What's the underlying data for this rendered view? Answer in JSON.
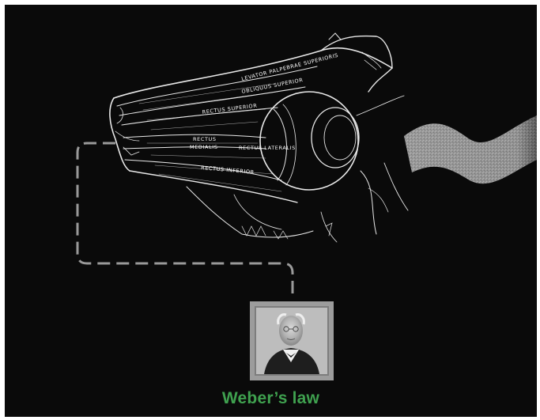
{
  "caption": {
    "text": "Weber’s law",
    "color": "#3fa14f"
  },
  "anatomy_labels": {
    "levator": "LEVATOR PALPEBRAE SUPERIORIS",
    "rectus_superior": "RECTUS SUPERIOR",
    "obliquus_superior": "OBLIQUUS SUPERIOR",
    "rectus_medialis_1": "RECTUS",
    "rectus_medialis_2": "MEDIALIS",
    "rectus_lateralis": "RECTUS LATERALIS",
    "rectus_inferior": "RECTUS INFERIOR"
  },
  "colors": {
    "background": "#0a0a0a",
    "line": "#e8e8e8",
    "connector": "#9a9a9a",
    "portrait_frame": "#9c9c9c"
  },
  "icons": {
    "portrait": "portrait-of-bearded-man"
  }
}
